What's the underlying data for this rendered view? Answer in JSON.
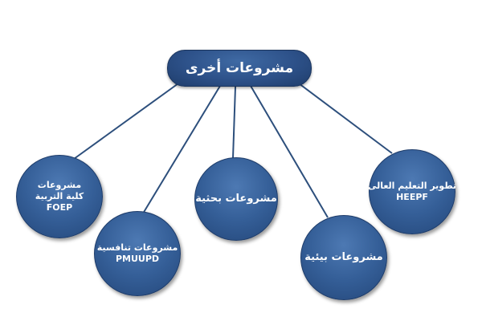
{
  "root": {
    "label": "مشروعات أخرى"
  },
  "nodes": [
    {
      "id": "foep",
      "lines": [
        "مشروعات",
        "كلية التربية",
        "FOEP"
      ]
    },
    {
      "id": "pmuupd",
      "lines": [
        "مشروعات تنافسية",
        "PMUUPD"
      ]
    },
    {
      "id": "research",
      "lines": [
        "مشروعات بحثية"
      ]
    },
    {
      "id": "env",
      "lines": [
        "مشروعات بيئية"
      ]
    },
    {
      "id": "heepf",
      "lines": [
        "تطوير التعليم العالى",
        "HEEPF"
      ]
    }
  ],
  "colors": {
    "connector": "#2d4f7c",
    "node_fill": "#355f98",
    "node_border": "#1f3d6b",
    "text": "#ffffff"
  }
}
